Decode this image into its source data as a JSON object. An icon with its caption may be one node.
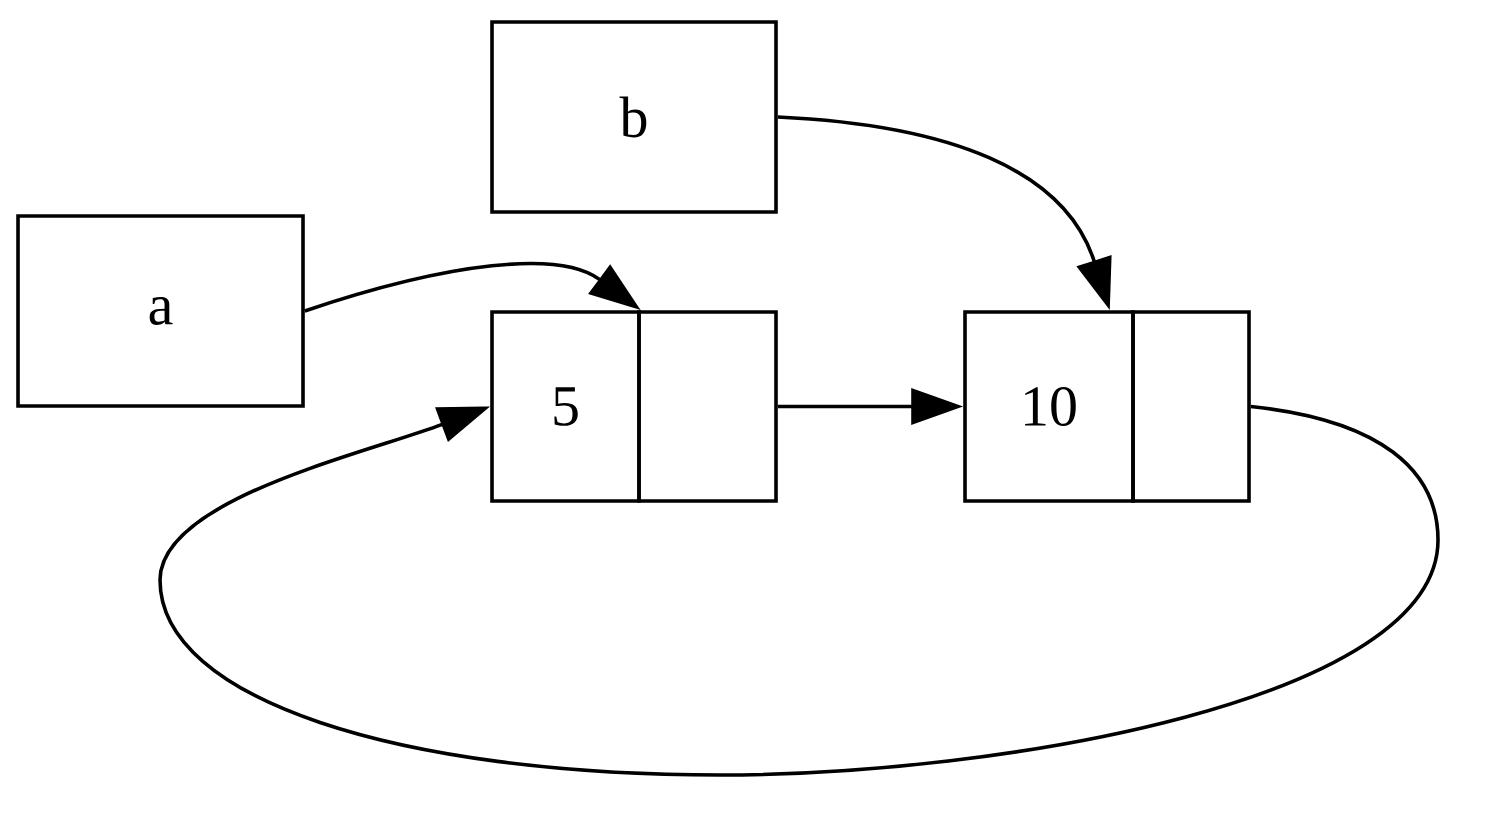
{
  "diagram": {
    "nodes": [
      {
        "text": [
          "a"
        ]
      },
      {
        "text": [
          "b"
        ]
      },
      {
        "text": [
          "5"
        ]
      },
      {
        "text": [],
        "shape": "box"
      },
      {
        "text": [
          "10"
        ]
      },
      {
        "text": [],
        "shape": "box"
      }
    ],
    "edges": [
      {
        "from": 0,
        "to": 2,
        "arrow": "to"
      },
      {
        "from": 1,
        "to": 4,
        "arrow": "to"
      },
      {
        "from": 3,
        "to": 4,
        "arrow": "to"
      },
      {
        "from": 5,
        "to": 2,
        "arrow": "to"
      }
    ]
  }
}
